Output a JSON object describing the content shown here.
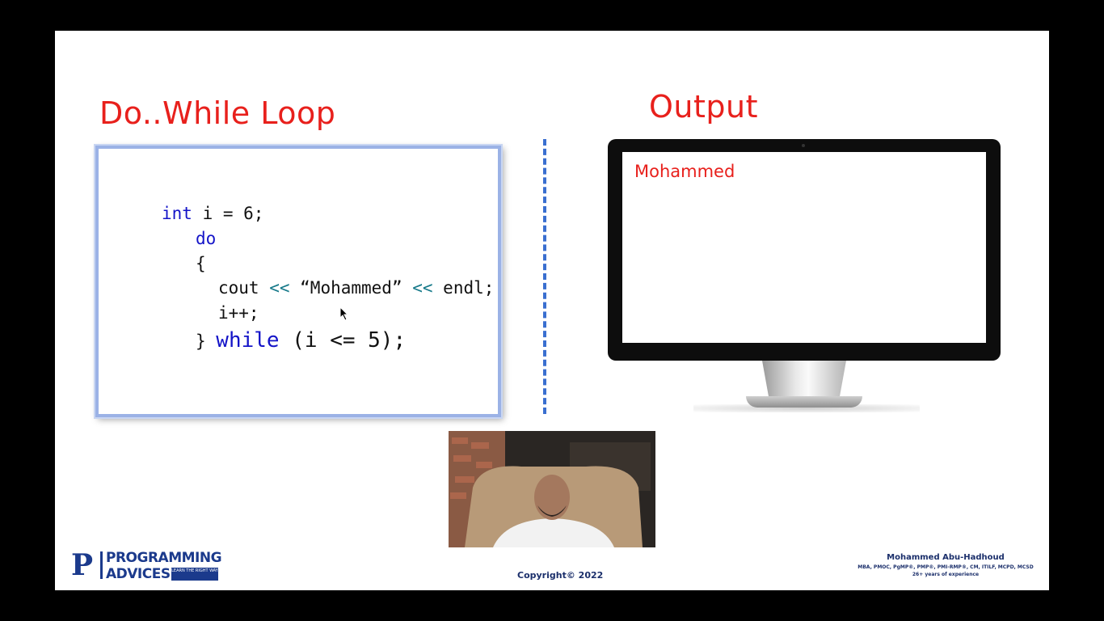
{
  "code_title": "Do..While Loop",
  "output_title": "Output",
  "code": {
    "line1_kw": "int",
    "line1_rest": " i = 6;",
    "line2_kw": "do",
    "line3": "{",
    "line4_a": "cout ",
    "line4_op1": "<<",
    "line4_b": " “Mohammed” ",
    "line4_op2": "<<",
    "line4_c": " endl;",
    "line5": "i++;",
    "line6_brace": "} ",
    "line6_kw": "while",
    "line6_rest": " (i <= 5);"
  },
  "output_text": "Mohammed",
  "copyright": "Copyright© 2022",
  "logo": {
    "mark": "P",
    "line1": "PROGRAMMING",
    "line2": "ADVICES",
    "tagline": "LEARN THE RIGHT WAY"
  },
  "author": {
    "name": "Mohammed Abu-Hadhoud",
    "credentials": "MBA, PMOC, PgMP®, PMP®, PMI-RMP®, CM, ITILF, MCPD, MCSD",
    "experience": "26+ years of experience"
  },
  "colors": {
    "title_red": "#e8201c",
    "keyword_blue": "#1414c8",
    "operator_teal": "#177a8a",
    "divider_blue": "#3a6fd0",
    "brand_navy": "#1b3a8c"
  },
  "icons": {
    "cursor": "mouse-pointer-icon",
    "webcam": "presenter-webcam-video"
  }
}
